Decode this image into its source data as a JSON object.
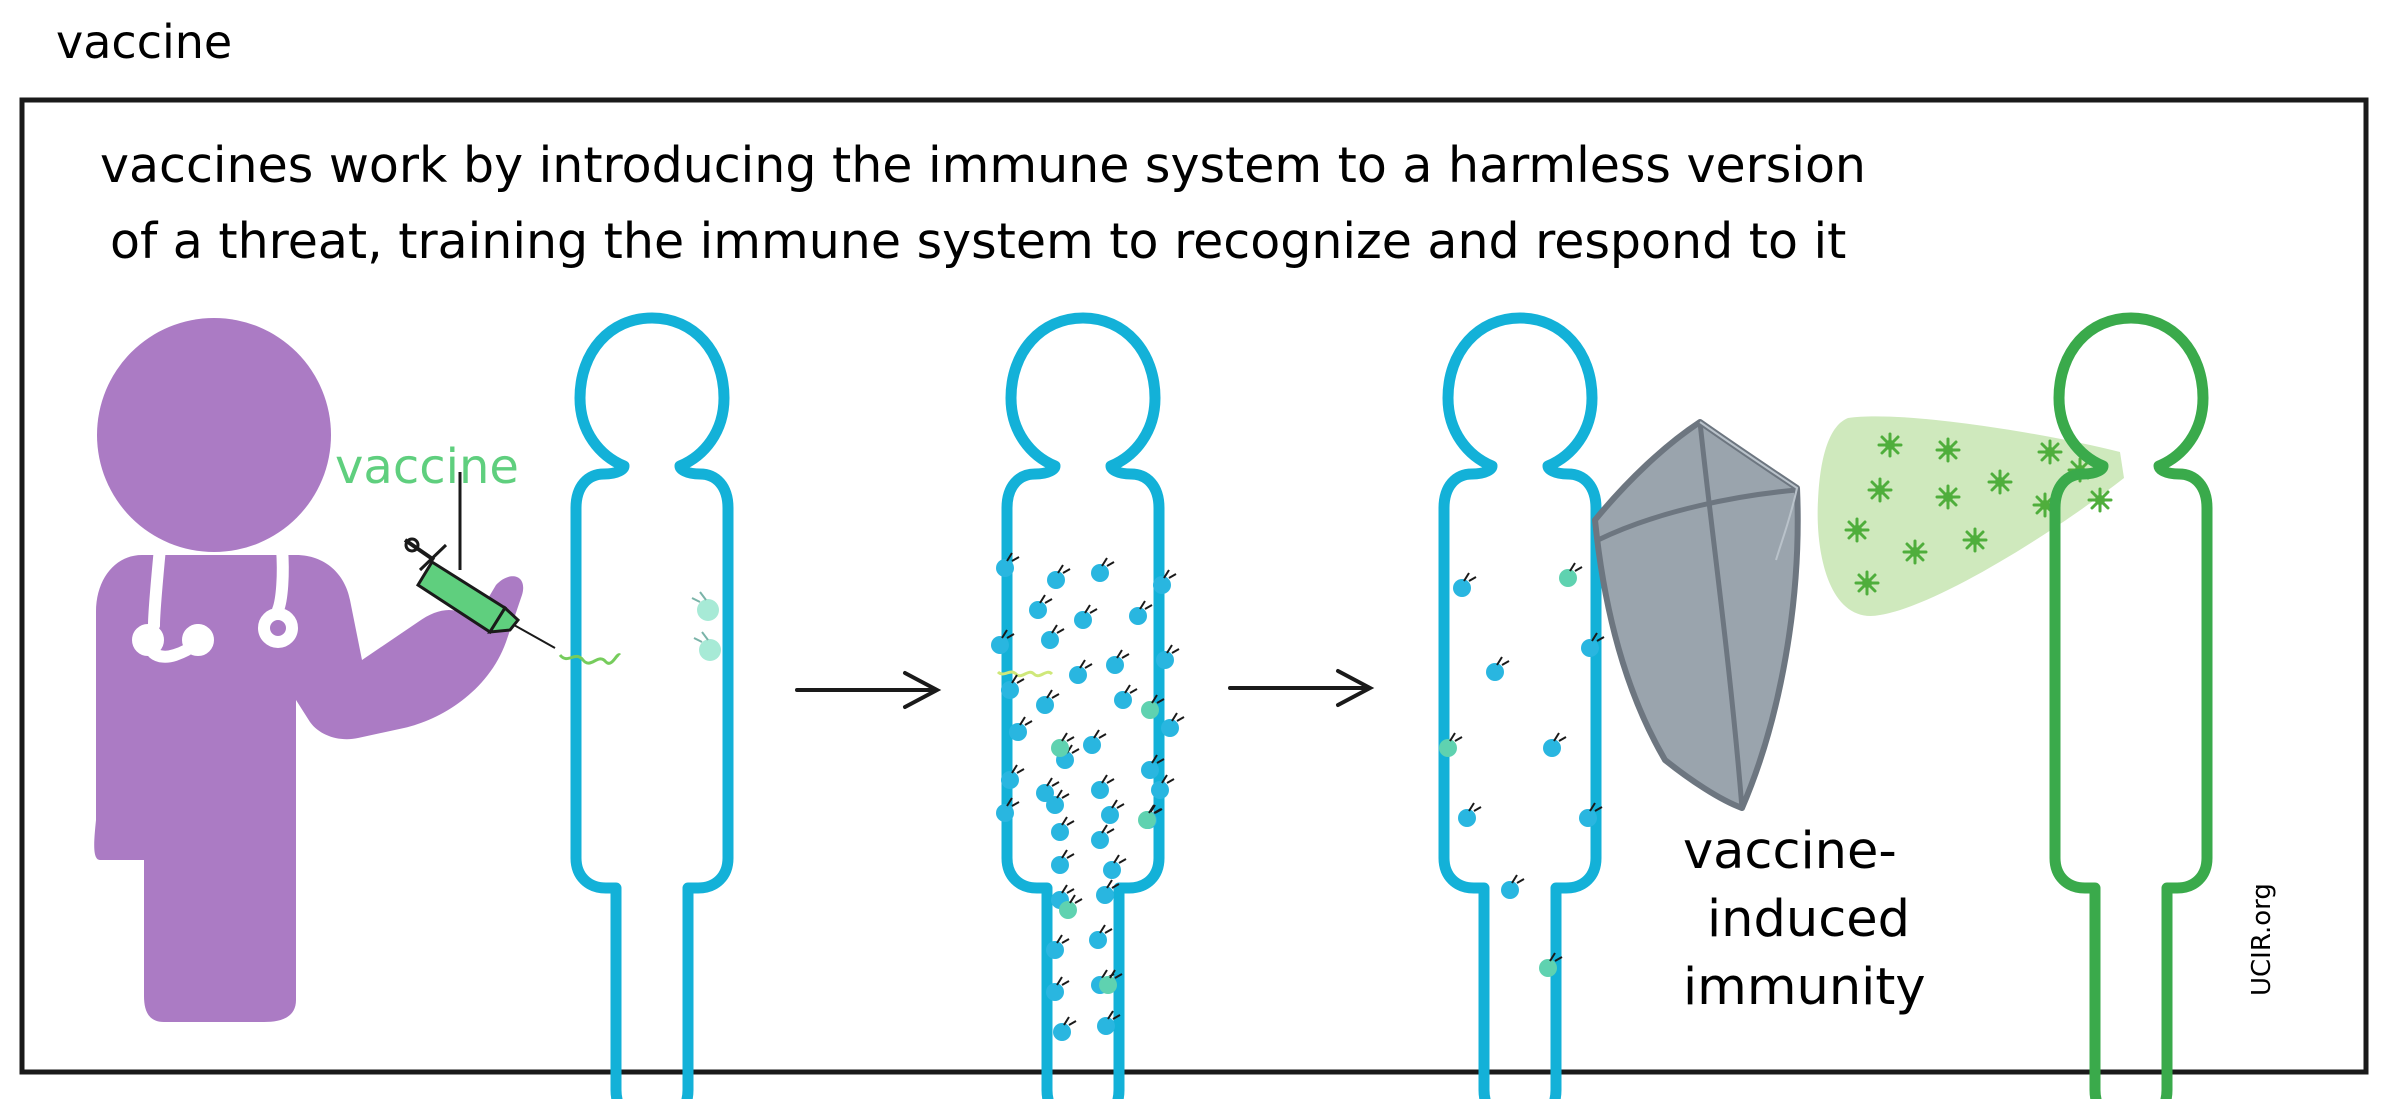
{
  "header": {
    "title": "vaccine"
  },
  "panel": {
    "caption_line1": "vaccines work by introducing the immune system to a harmless version",
    "caption_line2": "of a threat, training the immune system to recognize and respond to it"
  },
  "labels": {
    "syringe": "vaccine",
    "immunity_line1": "vaccine-",
    "immunity_line2": "induced",
    "immunity_line3": "immunity",
    "credit": "UCIR.org"
  },
  "colors": {
    "doctor": "#ab7bc4",
    "body_outline": "#13b1d8",
    "protected_outline": "#3aaa4b",
    "vaccine_green": "#5fcf7e",
    "antigen_green": "#76cc5c",
    "shield": "#9aa4ad",
    "cell_blue": "#29b6e0",
    "cell_teal": "#5fd2b0"
  },
  "icons": [
    "doctor-figure",
    "stethoscope-icon",
    "syringe-icon",
    "shield-icon",
    "virus-icon",
    "immune-cell-icon",
    "arrow-icon"
  ]
}
